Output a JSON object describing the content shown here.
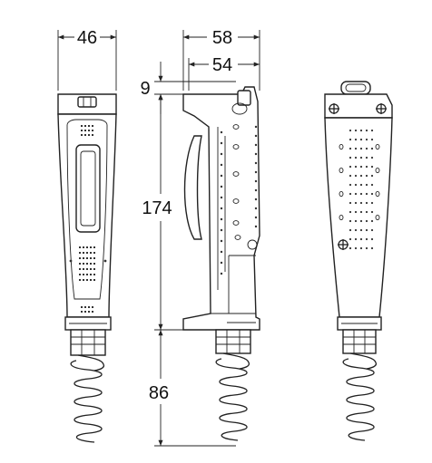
{
  "dimensions": {
    "front_width": "46",
    "side_depth_total": "58",
    "side_depth_body": "54",
    "top_offset": "9",
    "handle_length": "174",
    "cable_length": "86"
  },
  "colors": {
    "line": "#222222",
    "background": "#ffffff"
  }
}
